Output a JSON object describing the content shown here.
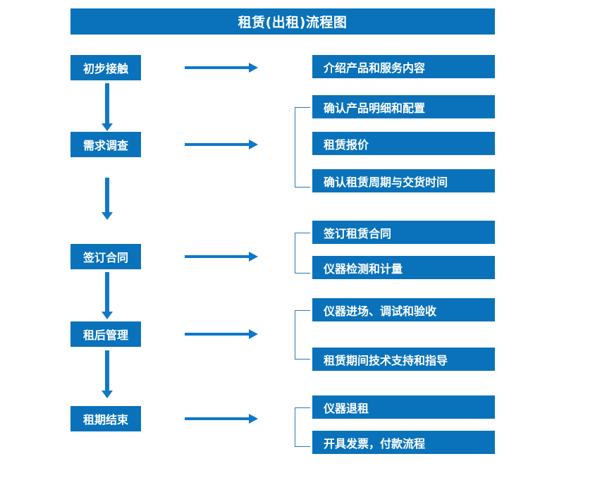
{
  "diagram": {
    "title": "租赁(出租)流程图",
    "colors": {
      "box_fill": "#0a72ba",
      "box_text": "#ffffff",
      "arrow": "#0d78c9",
      "bracket": "#2a78b8",
      "background": "#ffffff"
    },
    "stages": [
      {
        "id": "stage-1",
        "label": "初步接触",
        "details": [
          "介绍产品和服务内容"
        ]
      },
      {
        "id": "stage-2",
        "label": "需求调查",
        "details": [
          "确认产品明细和配置",
          "租赁报价",
          "确认租赁周期与交货时间"
        ]
      },
      {
        "id": "stage-3",
        "label": "签订合同",
        "details": [
          "签订租赁合同",
          "仪器检测和计量"
        ]
      },
      {
        "id": "stage-4",
        "label": "租后管理",
        "details": [
          "仪器进场、调试和验收",
          "租赁期间技术支持和指导"
        ]
      },
      {
        "id": "stage-5",
        "label": "租期结束",
        "details": [
          "仪器退租",
          "开具发票，付款流程"
        ]
      }
    ]
  }
}
